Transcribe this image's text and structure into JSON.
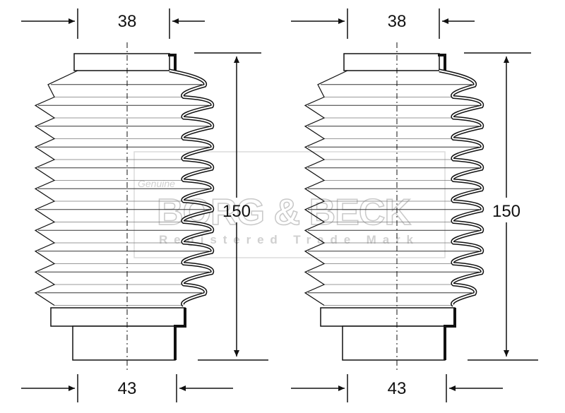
{
  "parts": [
    {
      "id": "left",
      "top_diameter": "38",
      "bottom_diameter": "43",
      "length": "150"
    },
    {
      "id": "right",
      "top_diameter": "38",
      "bottom_diameter": "43",
      "length": "150"
    }
  ],
  "watermark": {
    "brand": "BORG & BECK",
    "tagline": "Registered Trade Mark",
    "script": "Genuine"
  },
  "ridge_count": 11,
  "colors": {
    "line": "#111111",
    "watermark": "#c8c8c8"
  }
}
